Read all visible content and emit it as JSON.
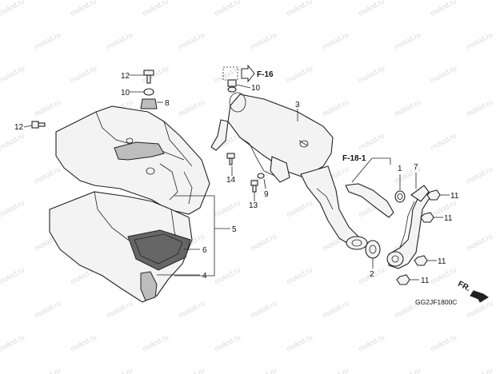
{
  "diagram": {
    "watermark": "motod.ru",
    "code": "GG2JF1800C",
    "references": {
      "f16": "F-16",
      "f181": "F-18-1",
      "fr": "FR."
    },
    "callouts": {
      "c1": "1",
      "c2": "2",
      "c3": "3",
      "c4": "4",
      "c5": "5",
      "c6": "6",
      "c7": "7",
      "c8": "8",
      "c9": "9",
      "c10a": "10",
      "c10b": "10",
      "c11a": "11",
      "c11b": "11",
      "c11c": "11",
      "c11d": "11",
      "c12a": "12",
      "c12b": "12",
      "c13": "13",
      "c14": "14"
    }
  }
}
